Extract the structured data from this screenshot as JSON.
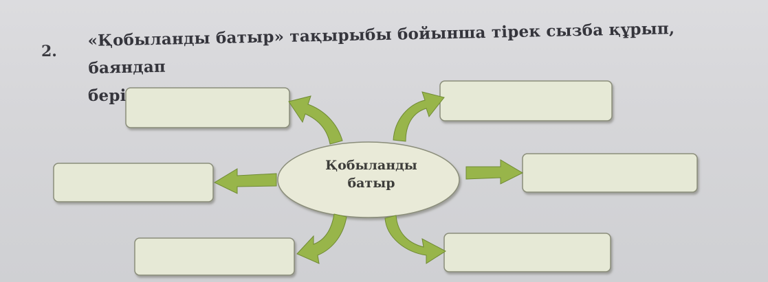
{
  "task": {
    "number": "2.",
    "text_line1": "«Қобыланды батыр» тақырыбы бойынша тірек сызба құрып, баяндап",
    "text_line2": "беріңдер."
  },
  "diagram": {
    "center_line1": "Қобыланды",
    "center_line2": "батыр",
    "boxes": [
      {
        "id": "top-left",
        "text": ""
      },
      {
        "id": "top-right",
        "text": ""
      },
      {
        "id": "mid-left",
        "text": ""
      },
      {
        "id": "mid-right",
        "text": ""
      },
      {
        "id": "bottom-left",
        "text": ""
      },
      {
        "id": "bottom-right",
        "text": ""
      }
    ]
  },
  "colors": {
    "box_fill": "#e6e9d6",
    "box_stroke": "#8a8d7a",
    "ellipse_fill": "#e9ead8",
    "arrow_green": "#98b54a"
  }
}
